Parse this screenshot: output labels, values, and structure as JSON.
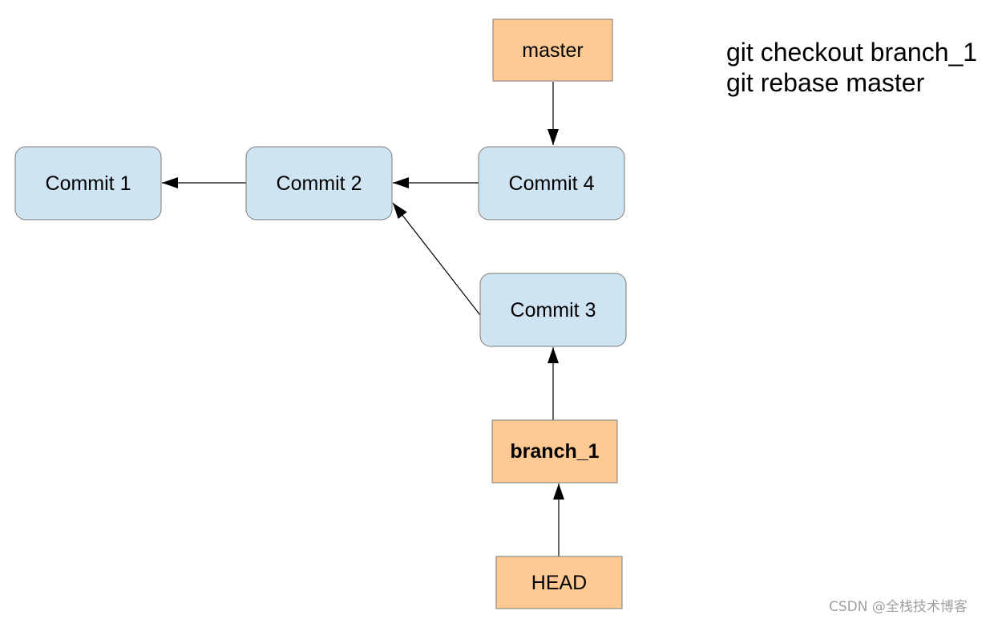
{
  "colors": {
    "commit_fill": "#cfe4f2",
    "commit_stroke": "#7a7a7a",
    "ref_fill": "#ffc993",
    "ref_stroke": "#7a7a7a",
    "arrow": "#000000"
  },
  "commits": {
    "c1": "Commit 1",
    "c2": "Commit 2",
    "c3": "Commit 3",
    "c4": "Commit 4"
  },
  "refs": {
    "master": "master",
    "branch_1": "branch_1",
    "head": "HEAD"
  },
  "commands": [
    "git checkout branch_1",
    "git rebase master"
  ],
  "watermark": "CSDN @全栈技术博客"
}
